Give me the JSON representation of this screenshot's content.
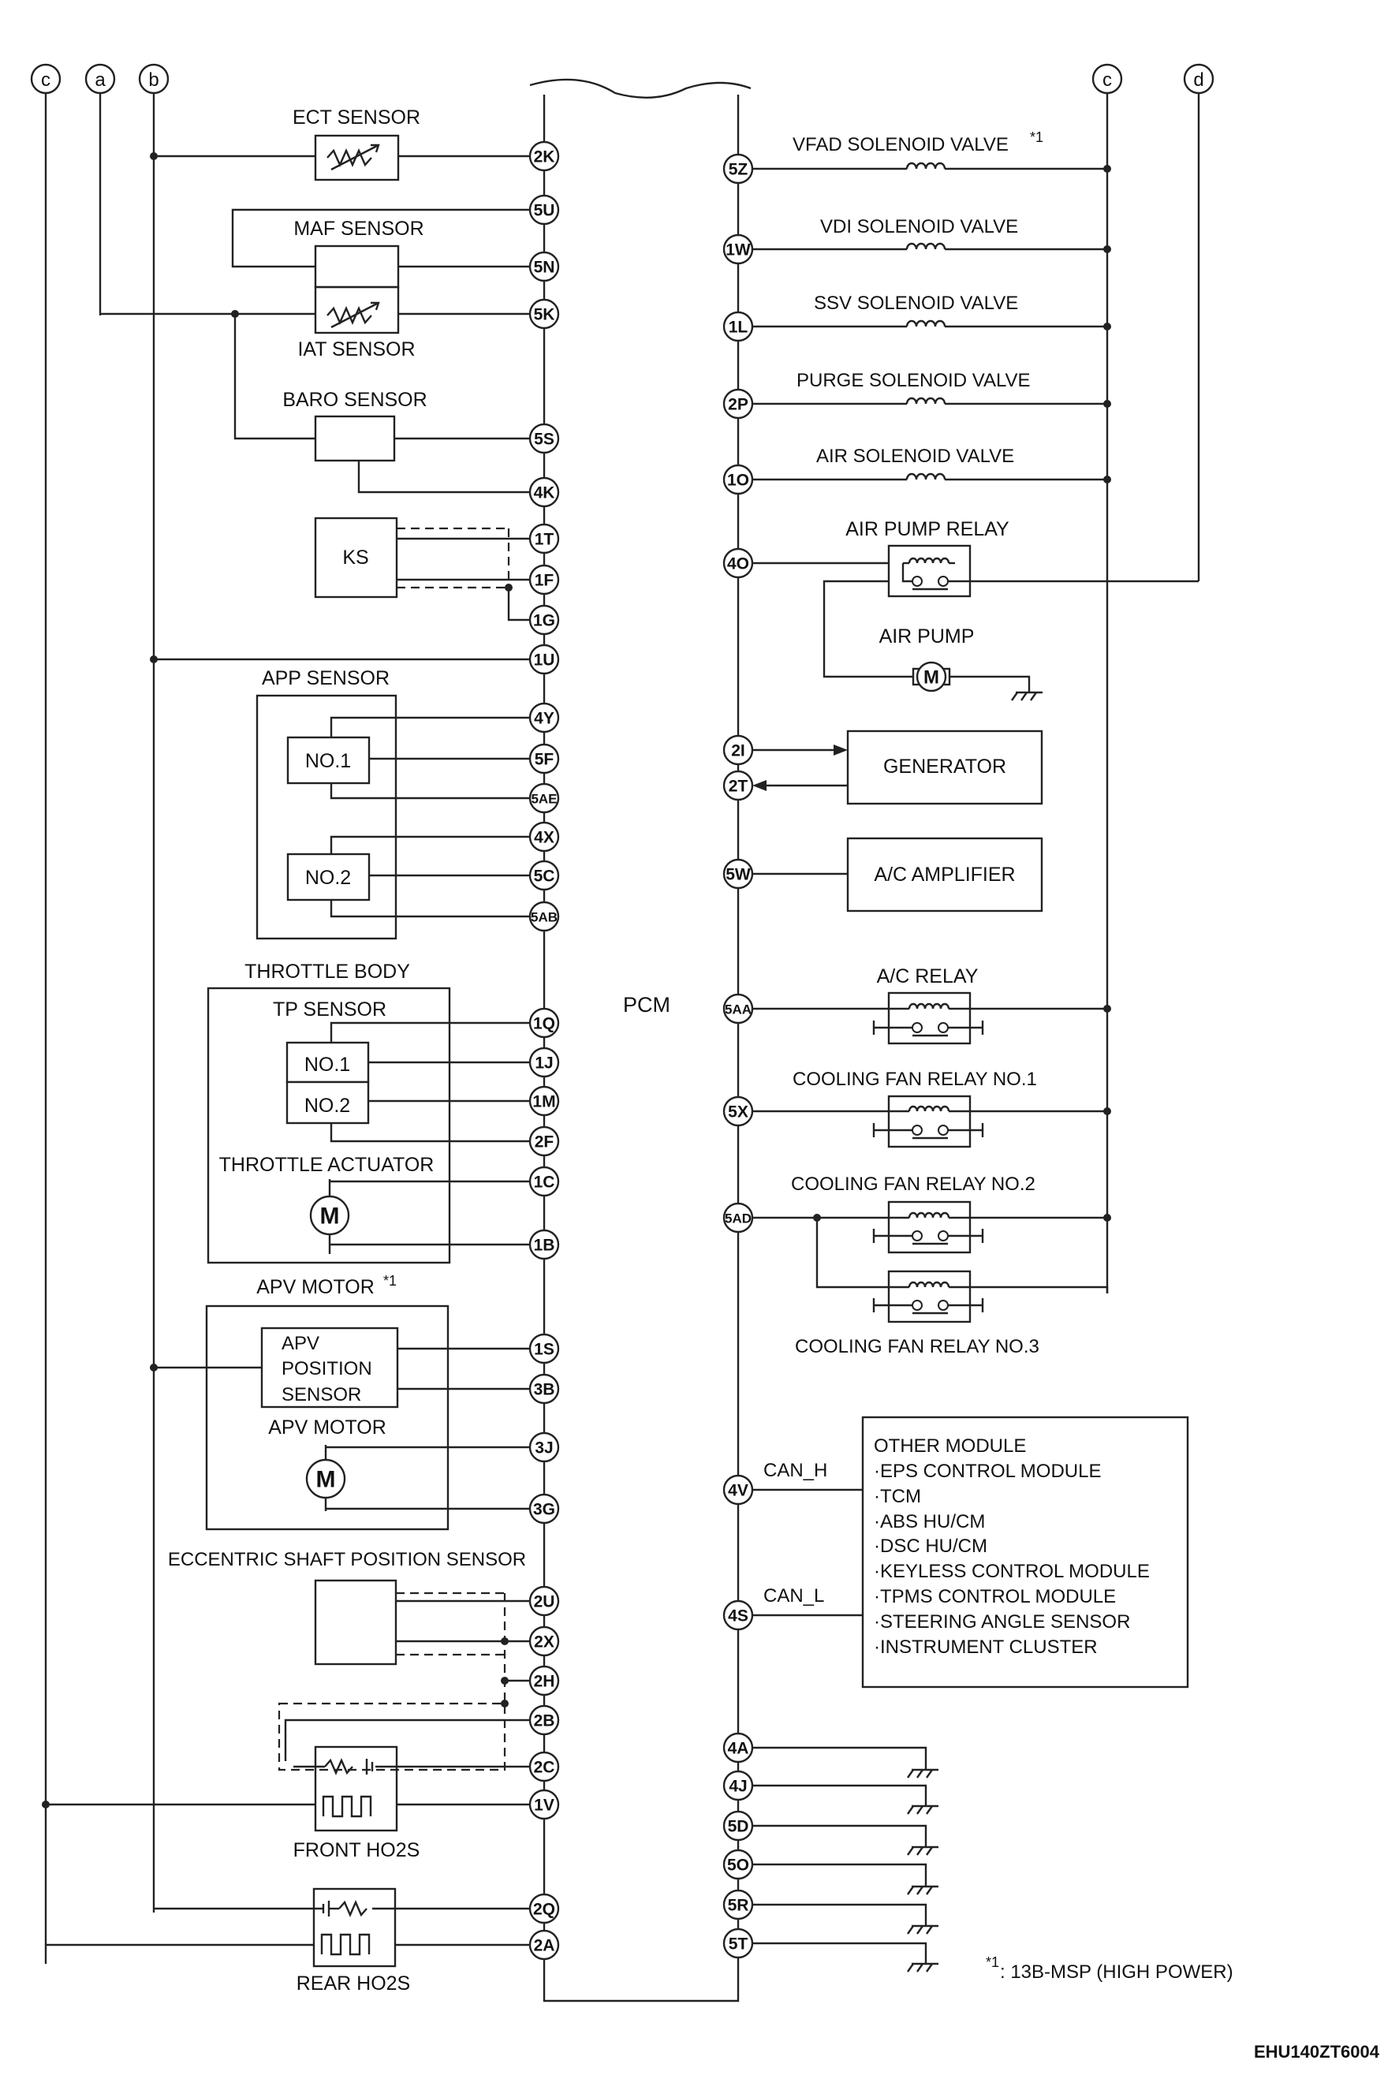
{
  "connectors": [
    "c",
    "a",
    "b",
    "c",
    "d"
  ],
  "pcm_label": "PCM",
  "left_components": {
    "ect_sensor": "ECT SENSOR",
    "maf_sensor": "MAF SENSOR",
    "iat_sensor": "IAT SENSOR",
    "baro_sensor": "BARO SENSOR",
    "ks": "KS",
    "app_sensor": "APP SENSOR",
    "app_no1": "NO.1",
    "app_no2": "NO.2",
    "throttle_body": "THROTTLE BODY",
    "tp_sensor": "TP SENSOR",
    "tp_no1": "NO.1",
    "tp_no2": "NO.2",
    "throttle_actuator": "THROTTLE ACTUATOR",
    "apv_motor_assembly": "APV MOTOR",
    "apv_note_mark": "*1",
    "apv_position_sensor_1": "APV",
    "apv_position_sensor_2": "POSITION",
    "apv_position_sensor_3": "SENSOR",
    "apv_motor": "APV MOTOR",
    "eccentric_shaft_sensor": "ECCENTRIC SHAFT POSITION SENSOR",
    "front_ho2s": "FRONT HO2S",
    "rear_ho2s": "REAR HO2S",
    "motor_symbol": "M"
  },
  "right_components": {
    "vfad_solenoid_valve": "VFAD SOLENOID VALVE",
    "vfad_note_mark": "*1",
    "vdi_solenoid_valve": "VDI SOLENOID VALVE",
    "ssv_solenoid_valve": "SSV SOLENOID VALVE",
    "purge_solenoid_valve": "PURGE SOLENOID VALVE",
    "air_solenoid_valve": "AIR SOLENOID VALVE",
    "air_pump_relay": "AIR PUMP RELAY",
    "air_pump": "AIR PUMP",
    "generator": "GENERATOR",
    "ac_amplifier": "A/C AMPLIFIER",
    "ac_relay": "A/C RELAY",
    "cooling_fan_relay_1": "COOLING FAN RELAY NO.1",
    "cooling_fan_relay_2": "COOLING FAN RELAY NO.2",
    "cooling_fan_relay_3": "COOLING FAN RELAY NO.3",
    "can_h": "CAN_H",
    "can_l": "CAN_L",
    "other_modules": [
      "OTHER MODULE",
      "·EPS CONTROL MODULE",
      "·TCM",
      "·ABS HU/CM",
      "·DSC HU/CM",
      "·KEYLESS CONTROL MODULE",
      "·TPMS CONTROL MODULE",
      "·STEERING ANGLE SENSOR",
      "·INSTRUMENT CLUSTER"
    ],
    "motor_symbol": "M"
  },
  "left_pins": [
    "2K",
    "5U",
    "5N",
    "5K",
    "5S",
    "4K",
    "1T",
    "1F",
    "1G",
    "1U",
    "4Y",
    "5F",
    "5AE",
    "4X",
    "5C",
    "5AB",
    "1Q",
    "1J",
    "1M",
    "2F",
    "1C",
    "1B",
    "1S",
    "3B",
    "3J",
    "3G",
    "2U",
    "2X",
    "2H",
    "2B",
    "2C",
    "1V",
    "2Q",
    "2A"
  ],
  "right_pins": [
    "5Z",
    "1W",
    "1L",
    "2P",
    "1O",
    "4O",
    "2I",
    "2T",
    "5W",
    "5AA",
    "5X",
    "5AD",
    "4V",
    "4S",
    "4A",
    "4J",
    "5D",
    "5O",
    "5R",
    "5T"
  ],
  "footnote_mark": "*1",
  "footnote": ": 13B-MSP (HIGH POWER)",
  "figure_code": "EHU140ZT6004"
}
